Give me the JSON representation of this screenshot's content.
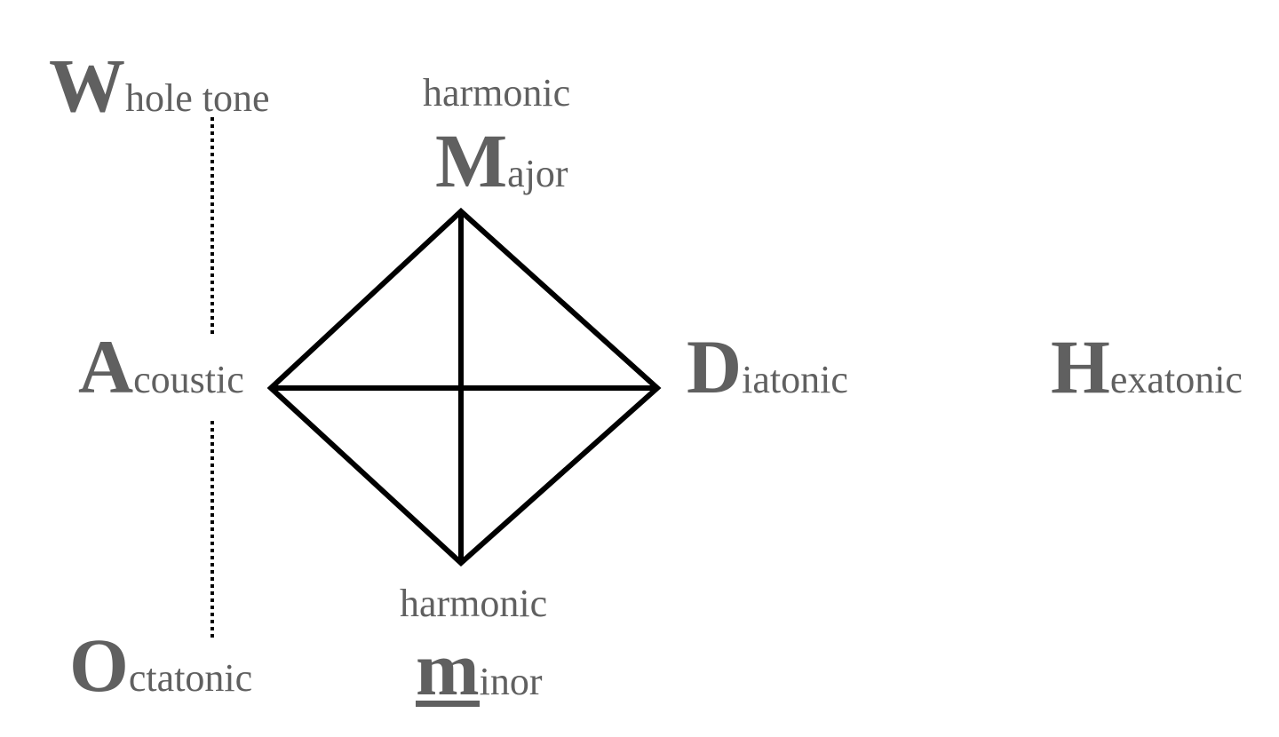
{
  "nodes": {
    "whole_tone": {
      "initial": "W",
      "rest": "hole tone"
    },
    "major": {
      "prefix": "harmonic",
      "initial": "M",
      "rest": "ajor"
    },
    "acoustic": {
      "initial": "A",
      "rest": "coustic"
    },
    "diatonic": {
      "initial": "D",
      "rest": "iatonic"
    },
    "hexatonic": {
      "initial": "H",
      "rest": "exatonic"
    },
    "octatonic": {
      "initial": "O",
      "rest": "ctatonic"
    },
    "minor": {
      "prefix": "harmonic",
      "initial": "m",
      "rest": "inor"
    }
  },
  "colors": {
    "text": "#606060",
    "lines": "#000000"
  }
}
